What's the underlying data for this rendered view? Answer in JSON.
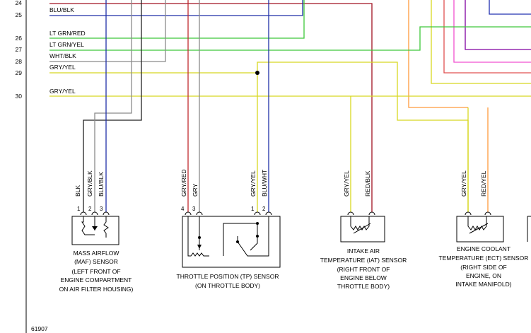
{
  "colors": {
    "blu_blk": "#1f2fa8",
    "lt_grn": "#3ec83a",
    "yellow": "#d8d820",
    "gray": "#8a8a8a",
    "red": "#c0282e",
    "black": "#222222",
    "orange": "#ff9a3c",
    "pink": "#f050d0",
    "purple": "#8000a0",
    "navy": "#2030b0"
  },
  "connector": {
    "rows": [
      {
        "num": "24",
        "label": ""
      },
      {
        "num": "25",
        "label": "BLU/BLK"
      },
      {
        "num": "26",
        "label": "LT GRN/RED"
      },
      {
        "num": "27",
        "label": "LT GRN/YEL"
      },
      {
        "num": "28",
        "label": "WHT/BLK"
      },
      {
        "num": "29",
        "label": "GRY/YEL"
      },
      {
        "num": "30",
        "label": "GRY/YEL"
      }
    ]
  },
  "sensors": {
    "maf": {
      "pins": [
        "1",
        "2",
        "3"
      ],
      "wires": [
        "BLK",
        "GRY/BLK",
        "BLU/BLK"
      ],
      "caption": [
        "MASS AIRFLOW",
        "(MAF) SENSOR",
        "(LEFT FRONT OF",
        "ENGINE COMPARTMENT",
        "ON AIR FILTER HOUSING)"
      ]
    },
    "tp": {
      "pins": [
        "4",
        "3",
        "1",
        "2"
      ],
      "wires": [
        "GRY/RED",
        "GRY",
        "GRY/YEL",
        "BLU/WHT"
      ],
      "caption": [
        "THROTTLE POSITION (TP) SENSOR",
        "(ON THROTTLE BODY)"
      ]
    },
    "iat": {
      "wires": [
        "GRY/YEL",
        "RED/BLK"
      ],
      "caption": [
        "INTAKE AIR",
        "TEMPERATURE (IAT) SENSOR",
        "(RIGHT FRONT OF",
        "ENGINE BELOW",
        "THROTTLE BODY)"
      ]
    },
    "ect": {
      "wires": [
        "GRY/YEL",
        "RED/YEL"
      ],
      "caption": [
        "ENGINE COOLANT",
        "TEMPERATURE (ECT) SENSOR",
        "(RIGHT SIDE OF",
        "ENGINE, ON",
        "INTAKE MANIFOLD)"
      ]
    }
  },
  "figure_id": "61907"
}
